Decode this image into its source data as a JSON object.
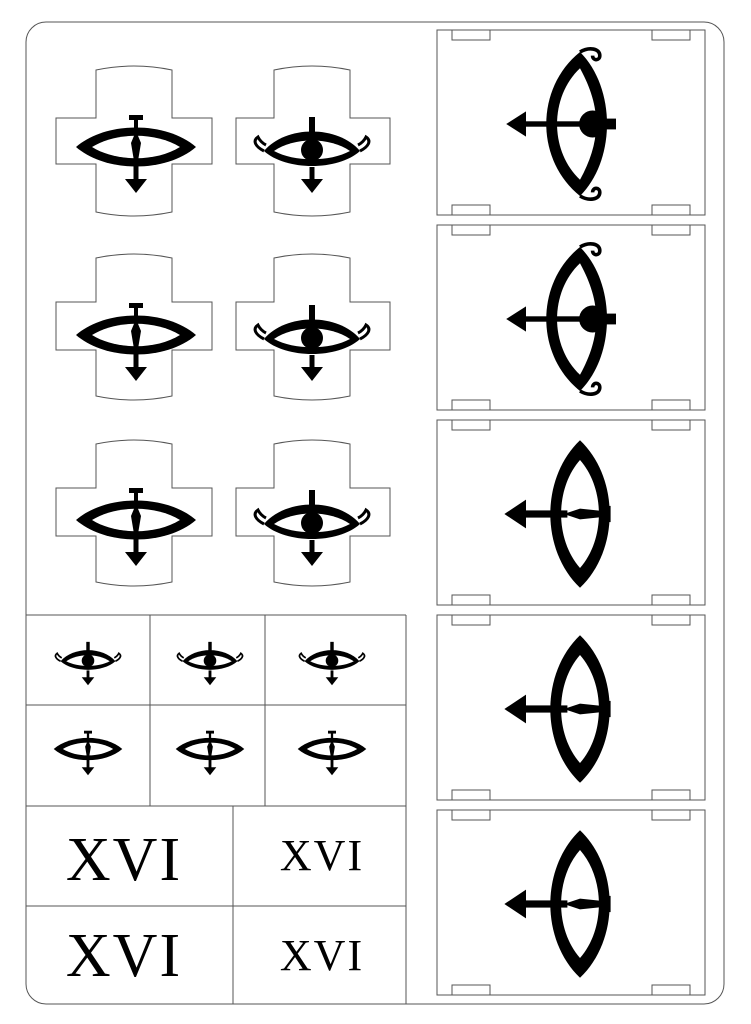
{
  "roman_labels": {
    "large_top": "XVI",
    "small_top": "XVI",
    "large_bottom": "XVI",
    "small_bottom": "XVI"
  },
  "icons": {
    "dot_eye": "eye-with-pupil-icon",
    "slit_eye": "eye-with-slit-pupil-icon",
    "arrow": "arrow-icon"
  },
  "colors": {
    "ink": "#000000",
    "cut_line": "#555555",
    "paper": "#ffffff"
  }
}
